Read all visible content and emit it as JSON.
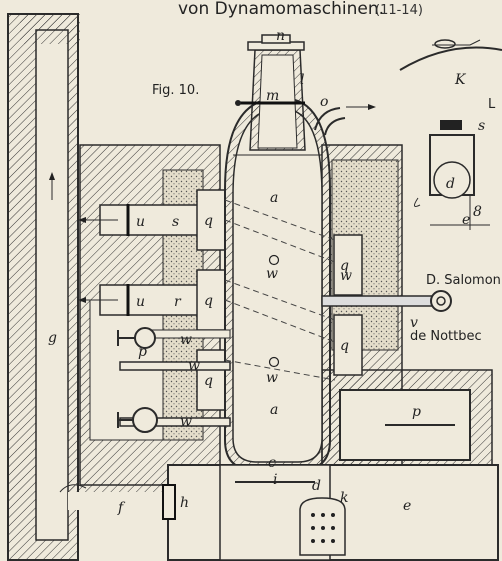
{
  "header": {
    "title": "von Dynamomaschinen.",
    "ref": "(11-14)"
  },
  "figure": {
    "caption": "Fig. 10.",
    "labels": {
      "n": "n",
      "l": "l",
      "m": "m",
      "o": "o",
      "a_top": "a",
      "a_bottom": "a",
      "u_top": "u",
      "u_bottom": "u",
      "s": "s",
      "r": "r",
      "q1": "q",
      "q2": "q",
      "q3": "q",
      "q4": "q",
      "q5": "q",
      "w1": "w",
      "w2": "w",
      "w3": "w",
      "w4": "w",
      "w5": "w",
      "w6": "w",
      "v": "v",
      "p_left": "p",
      "p_right": "p",
      "g": "g",
      "f": "f",
      "h": "h",
      "i": "i",
      "c": "c",
      "d": "d",
      "k": "k",
      "e": "e"
    }
  },
  "side_figure": {
    "labels": {
      "K": "K",
      "L": "L",
      "s": "s",
      "d": "d",
      "e": "e",
      "sup": "8"
    }
  },
  "side_text": {
    "line1": "D. Salomon",
    "line2": "de Nottbec"
  },
  "colors": {
    "ink": "#2b2b2b",
    "paper": "#efeadc",
    "stipple": "#d9d2c0"
  }
}
